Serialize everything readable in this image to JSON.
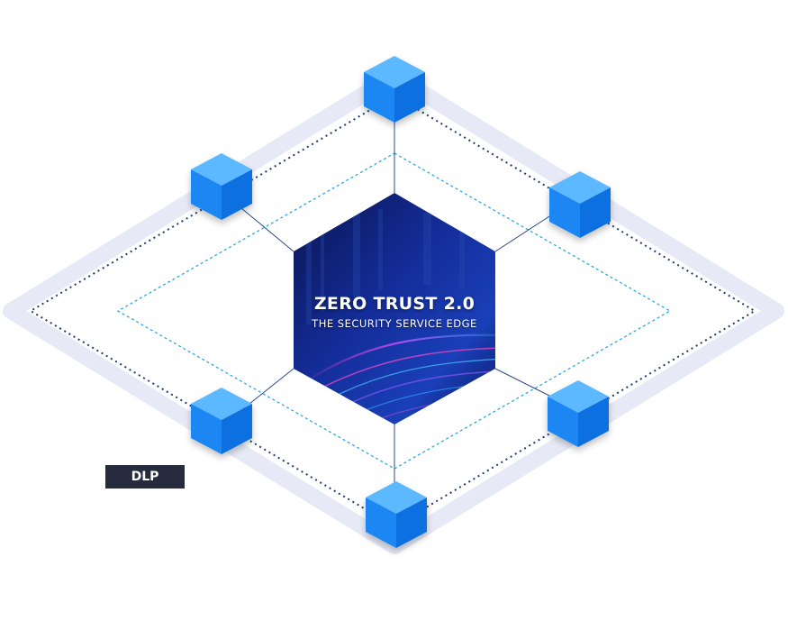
{
  "hub": {
    "title": "ZERO TRUST 2.0",
    "subtitle": "THE SECURITY SERVICE EDGE"
  },
  "badges": [
    {
      "label": "DLP"
    }
  ],
  "colors": {
    "cube_top": "#5cb8ff",
    "cube_left": "#1a86f2",
    "cube_right": "#0d6fe0",
    "outer_band": "#e7eaf6",
    "dotted_outer": "#1e3b72",
    "dotted_inner": "#2ba8e0",
    "connector": "#2d4a8a",
    "hex_dark": "#0c1a6b",
    "badge_bg": "#262b3d"
  },
  "icons": [
    "cube-icon"
  ]
}
